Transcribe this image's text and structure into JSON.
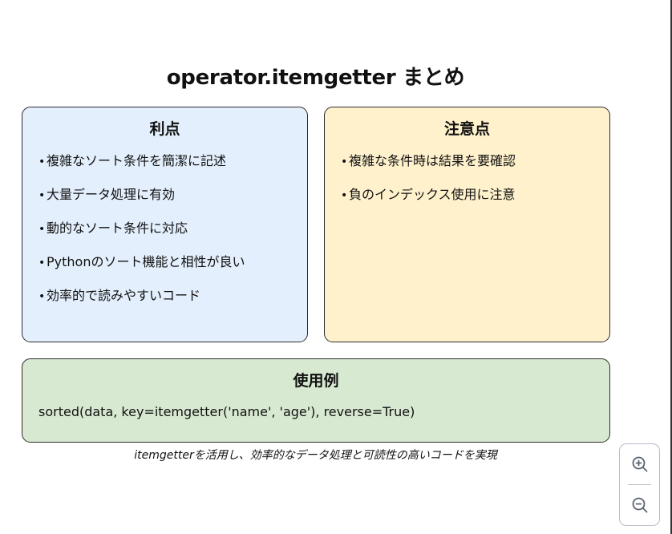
{
  "title": "operator.itemgetter まとめ",
  "pros": {
    "heading": "利点",
    "bullet": "•",
    "items": [
      "複雑なソート条件を簡潔に記述",
      "大量データ処理に有効",
      "動的なソート条件に対応",
      "Pythonのソート機能と相性が良い",
      "効率的で読みやすいコード"
    ]
  },
  "cons": {
    "heading": "注意点",
    "bullet": "•",
    "items": [
      "複雑な条件時は結果を要確認",
      "負のインデックス使用に注意"
    ]
  },
  "example": {
    "heading": "使用例",
    "code": "sorted(data, key=itemgetter('name', 'age'), reverse=True)"
  },
  "caption": "itemgetterを活用し、効率的なデータ処理と可読性の高いコードを実現",
  "zoom_controls": {
    "zoom_in_icon": "zoom-in-icon",
    "zoom_out_icon": "zoom-out-icon"
  },
  "colors": {
    "pros_bg": "#e3effc",
    "cons_bg": "#fff1cc",
    "example_bg": "#d8e9d2",
    "border": "#2b2b2b",
    "zoom_border": "#b8bcc6",
    "zoom_icon": "#5b6270"
  }
}
